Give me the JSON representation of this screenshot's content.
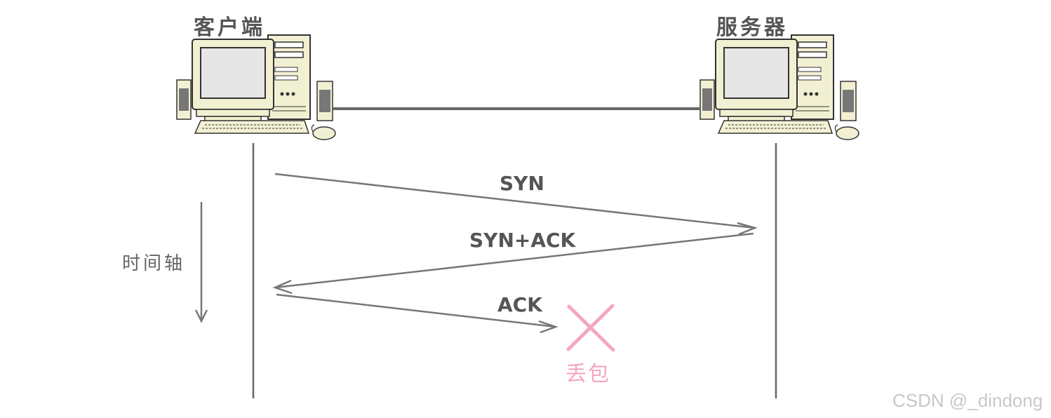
{
  "nodes": {
    "client": {
      "label": "客户端",
      "icon": "desktop-computer-icon"
    },
    "server": {
      "label": "服务器",
      "icon": "desktop-computer-icon"
    }
  },
  "time_axis": {
    "label": "时间轴",
    "direction": "down"
  },
  "messages": [
    {
      "label": "SYN",
      "from": "client",
      "to": "server",
      "lost": false
    },
    {
      "label": "SYN+ACK",
      "from": "server",
      "to": "client",
      "lost": false
    },
    {
      "label": "ACK",
      "from": "client",
      "to": "server",
      "lost": true
    }
  ],
  "loss": {
    "label": "丢包",
    "icon": "cross-icon"
  },
  "watermark": "CSDN @_dindong",
  "colors": {
    "line": "#777777",
    "cross": "#f4a6c0",
    "computer_body": "#f2f0d2",
    "computer_outline": "#333333",
    "screen": "#e6e6e6"
  }
}
